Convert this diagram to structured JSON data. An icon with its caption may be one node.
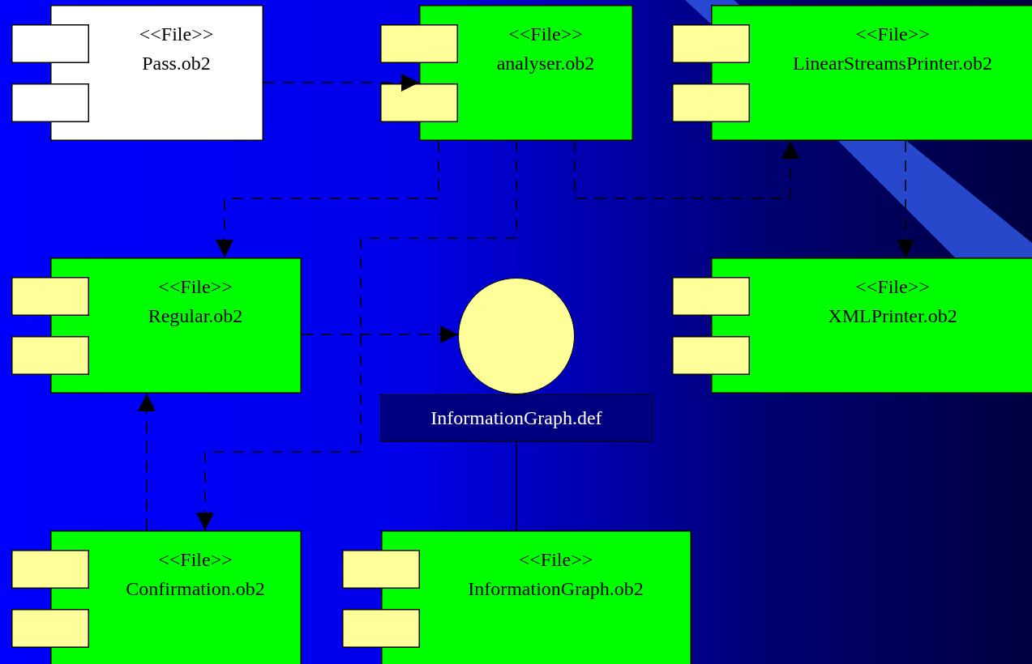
{
  "diagram": {
    "nodes": [
      {
        "text": [
          "<<File>>",
          "Pass.ob2"
        ]
      },
      {
        "text": [
          "<<File>>",
          "analyser.ob2"
        ]
      },
      {
        "text": [
          "<<File>>",
          "LinearStreamsPrinter.ob2"
        ]
      },
      {
        "text": [
          "<<File>>",
          "Regular.ob2"
        ]
      },
      {
        "text": [],
        "shape": "circle"
      },
      {
        "text": [
          "InformationGraph.def"
        ]
      },
      {
        "text": [
          "<<File>>",
          "XMLPrinter.ob2"
        ]
      },
      {
        "text": [
          "<<File>>",
          "Confirmation.ob2"
        ]
      },
      {
        "text": [
          "<<File>>",
          "InformationGraph.ob2"
        ]
      }
    ],
    "edges": [
      {
        "from": 0,
        "to": 1,
        "arrow": "to",
        "style": "dashed"
      },
      {
        "from": 1,
        "to": 3,
        "arrow": "to",
        "style": "dashed"
      },
      {
        "from": 1,
        "to": 2,
        "arrow": "to",
        "style": "dashed"
      },
      {
        "from": 1,
        "to": 7,
        "arrow": "to",
        "style": "dashed"
      },
      {
        "from": 3,
        "to": 4,
        "arrow": "to",
        "style": "dashed"
      },
      {
        "from": 7,
        "to": 3,
        "arrow": "to",
        "style": "dashed"
      },
      {
        "from": 2,
        "to": 6,
        "arrow": "to",
        "style": "dashed"
      },
      {
        "from": 5,
        "to": 8,
        "arrow": "none"
      }
    ]
  }
}
